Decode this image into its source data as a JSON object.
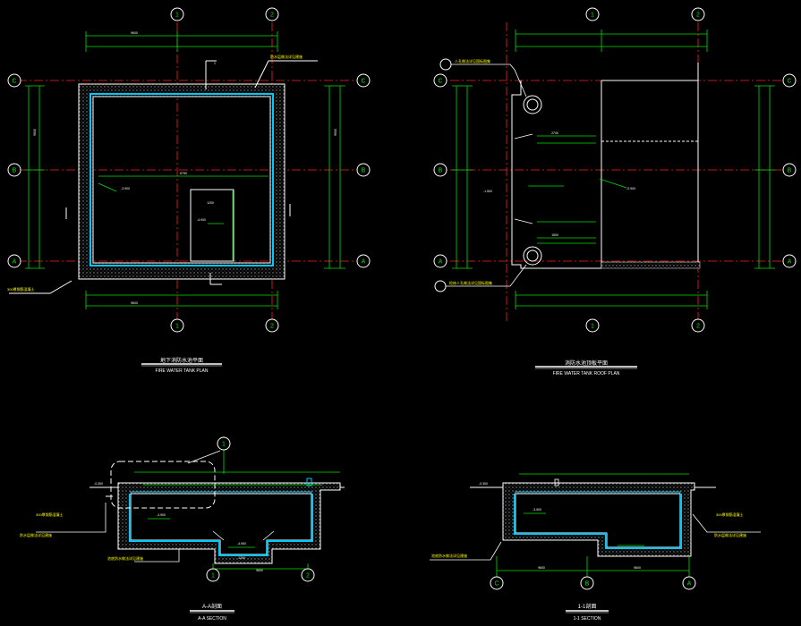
{
  "colors": {
    "background": "#000000",
    "wall": "#ffffff",
    "hatch": "#9a9a9a",
    "lining": "#00c8ff",
    "dimension": "#00e000",
    "axis": "#ff2020",
    "annotation": "#ffff00",
    "title": "#ffffff"
  },
  "axis_labels": {
    "col1": "1",
    "col2": "2",
    "rowC": "C",
    "rowB": "B",
    "rowA": "A"
  },
  "views": {
    "plan": {
      "title_cn": "地下消防水池平面",
      "title_en": "FIRE WATER TANK PLAN",
      "marker": "1",
      "dim_top": "9600",
      "dim_left": "9600",
      "dim_right": "9600",
      "dim_bottom": "9600",
      "elev_mid": "-3.900",
      "elev_sump": "-4.900",
      "dim_width": "6750",
      "dim_sump": "1200",
      "note_top": "防水层做法详见建施",
      "note_bottom": "300厚钢筋混凝土"
    },
    "roof": {
      "title_cn": "消防水池顶板平面",
      "title_en": "FIRE WATER TANK ROOF PLAN",
      "note_top": "人孔做法详见国标图集",
      "note_bottom": "检修人孔做法详见国标图集",
      "elev_left": "-1.500",
      "elev_right": "-0.900",
      "dim_a": "2700",
      "dim_b": "1500"
    },
    "section_aa": {
      "title_cn": "A-A剖面",
      "title_en": "A-A SECTION",
      "detail_marker": "1",
      "elev_top": "-0.300",
      "elev_floor": "-3.900",
      "elev_sump": "-4.900",
      "note_1": "300厚钢筋混凝土",
      "note_2": "防水层做法详见建施",
      "note_3": "池底防水做法详见建施",
      "dim_sump": "1200",
      "dim_wall": "9600"
    },
    "section_11": {
      "title_cn": "1-1剖面",
      "title_en": "1-1 SECTION",
      "elev_top": "-0.300",
      "elev_floor": "-3.900",
      "note_1": "300厚钢筋混凝土",
      "note_2": "防水层做法详见建施",
      "note_3": "池底防水做法详见建施",
      "dim_left": "9600",
      "dim_right": "9600"
    }
  }
}
